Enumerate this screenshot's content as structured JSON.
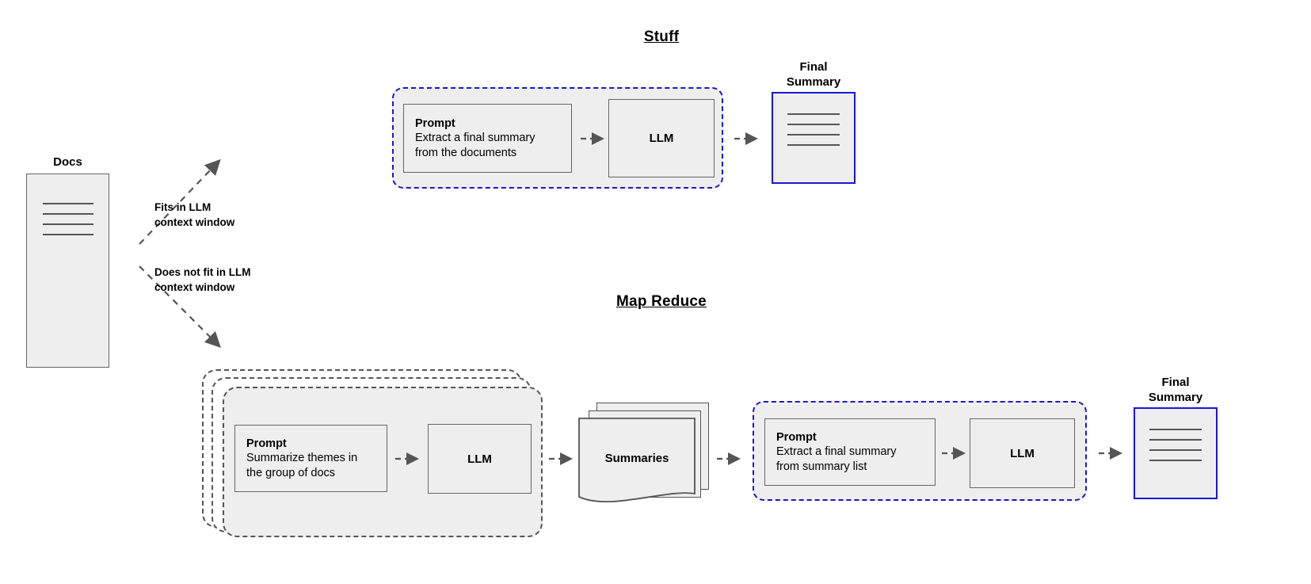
{
  "diagram": {
    "title_stuff": "Stuff",
    "title_map_reduce": "Map Reduce"
  },
  "docs": {
    "label": "Docs",
    "line_count": 4
  },
  "branches": [
    {
      "id": "fits",
      "label": "Fits in LLM\ncontext window"
    },
    {
      "id": "does-not",
      "label": "Does not fit in LLM\ncontext window"
    }
  ],
  "stuff_chain": {
    "prompt": {
      "title": "Prompt",
      "body": "Extract a final summary\nfrom the documents"
    },
    "llm": {
      "label": "LLM"
    },
    "final_summary": {
      "caption": "Final\nSummary",
      "line_count": 4
    }
  },
  "map_reduce_chain": {
    "map_prompt": {
      "title": "Prompt",
      "body": "Summarize themes in\nthe group of docs"
    },
    "map_llm": {
      "label": "LLM"
    },
    "summaries": {
      "label": "Summaries",
      "page_count": 3
    },
    "reduce_prompt": {
      "title": "Prompt",
      "body": "Extract a final summary\nfrom summary list"
    },
    "reduce_llm": {
      "label": "LLM"
    },
    "final_summary": {
      "caption": "Final\nSummary",
      "line_count": 4
    }
  },
  "colors": {
    "accent_blue": "#1818d0",
    "fill_gray": "#eeeeee",
    "stroke_gray": "#666666",
    "arrow_gray": "#555555",
    "text": "#000000"
  },
  "icons": {
    "arrow": "arrow-right-icon",
    "dashed_arrow": "dashed-arrow-icon"
  }
}
